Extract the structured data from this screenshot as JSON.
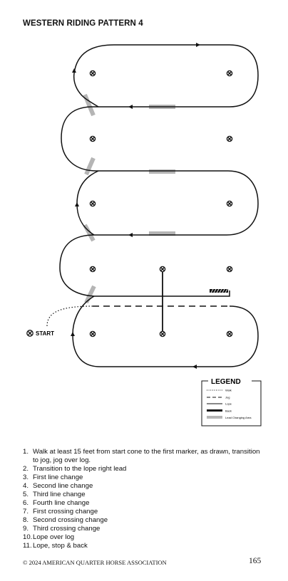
{
  "document": {
    "title": "WESTERN RIDING PATTERN 4",
    "start_label": "START",
    "legend": {
      "title": "LEGEND",
      "items": [
        {
          "label": "Walk",
          "style": "dotted"
        },
        {
          "label": "Jog",
          "style": "dashed"
        },
        {
          "label": "Lope",
          "style": "solid"
        },
        {
          "label": "Back",
          "style": "hatched"
        },
        {
          "label": "Lead Changing Area",
          "style": "gray-bar"
        }
      ]
    },
    "steps": [
      {
        "num": "1.",
        "text": "Walk at least 15 feet from start cone to the first marker, as drawn, transition to jog, jog over log."
      },
      {
        "num": "2.",
        "text": "Transition to the lope right lead"
      },
      {
        "num": "3.",
        "text": "First line change"
      },
      {
        "num": "4.",
        "text": "Second line change"
      },
      {
        "num": "5.",
        "text": "Third line change"
      },
      {
        "num": "6.",
        "text": "Fourth line change"
      },
      {
        "num": "7.",
        "text": "First crossing change"
      },
      {
        "num": "8.",
        "text": "Second crossing change"
      },
      {
        "num": "9.",
        "text": "Third crossing change"
      },
      {
        "num": "10.",
        "text": "Lope over log"
      },
      {
        "num": "11.",
        "text": "Lope, stop & back"
      }
    ],
    "footer": "© 2024 AMERICAN QUARTER HORSE ASSOCIATION",
    "page_number": "165",
    "colors": {
      "ink": "#111111",
      "lead_change_area": "#b5b5b5"
    }
  }
}
